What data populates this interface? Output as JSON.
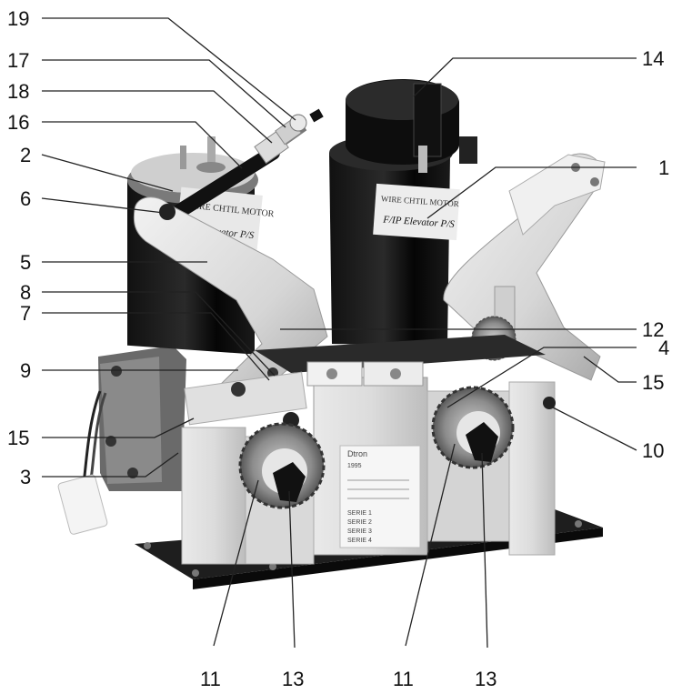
{
  "figure": {
    "labels": [
      {
        "id": "callout-19",
        "text": "19"
      },
      {
        "id": "callout-17",
        "text": "17"
      },
      {
        "id": "callout-18",
        "text": "18"
      },
      {
        "id": "callout-16",
        "text": "16"
      },
      {
        "id": "callout-2",
        "text": "2"
      },
      {
        "id": "callout-6",
        "text": "6"
      },
      {
        "id": "callout-5",
        "text": "5"
      },
      {
        "id": "callout-8",
        "text": "8"
      },
      {
        "id": "callout-7",
        "text": "7"
      },
      {
        "id": "callout-9",
        "text": "9"
      },
      {
        "id": "callout-15-left",
        "text": "15"
      },
      {
        "id": "callout-3",
        "text": "3"
      },
      {
        "id": "callout-14",
        "text": "14"
      },
      {
        "id": "callout-1",
        "text": "1"
      },
      {
        "id": "callout-12",
        "text": "12"
      },
      {
        "id": "callout-4",
        "text": "4"
      },
      {
        "id": "callout-15-right",
        "text": "15"
      },
      {
        "id": "callout-10",
        "text": "10"
      },
      {
        "id": "callout-11-left",
        "text": "11"
      },
      {
        "id": "callout-13-left",
        "text": "13"
      },
      {
        "id": "callout-11-right",
        "text": "11"
      },
      {
        "id": "callout-13-right",
        "text": "13"
      }
    ],
    "motor_left_label": [
      "WIRE CHTIL MOTOR",
      "Elevator P/S"
    ],
    "motor_right_label": [
      "WIRE CHTIL MOTOR",
      "F/IP Elevator P/S"
    ],
    "nameplate_lines": [
      "Dtron",
      "1995",
      "",
      "",
      "",
      "SERIE 1",
      "SERIE 2",
      "SERIE 3",
      "SERIE 4"
    ]
  }
}
